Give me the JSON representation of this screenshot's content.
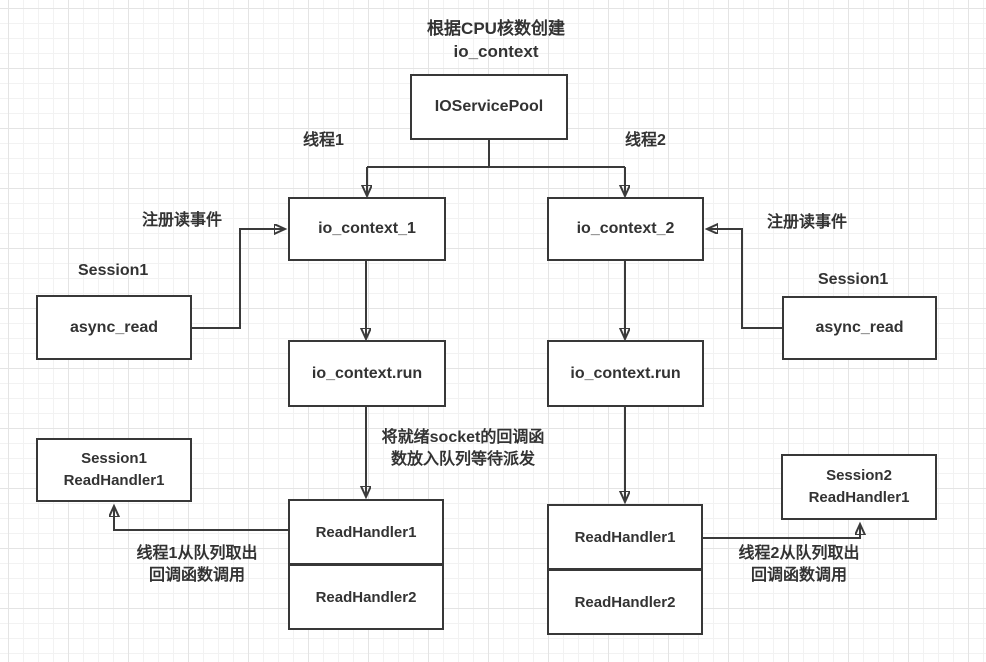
{
  "colors": {
    "background": "#ffffff",
    "grid_minor": "#f2f2f2",
    "grid_major": "#e4e4e4",
    "box_fill": "#ffffff",
    "box_border": "#383838",
    "connector": "#3a3a3a",
    "text": "#333333"
  },
  "title": {
    "line1": "根据CPU核数创建",
    "line2": "io_context"
  },
  "labels": {
    "thread1": "线程1",
    "thread2": "线程2",
    "register_read_left": "注册读事件",
    "register_read_right": "注册读事件",
    "session_label_left": "Session1",
    "session_label_right": "Session1",
    "enqueue_note": {
      "line1": "将就绪socket的回调函",
      "line2": "数放入队列等待派发"
    },
    "dequeue_note_left": {
      "line1": "线程1从队列取出",
      "line2": "回调函数调用"
    },
    "dequeue_note_right": {
      "line1": "线程2从队列取出",
      "line2": "回调函数调用"
    }
  },
  "nodes": {
    "io_service_pool": {
      "label": "IOServicePool"
    },
    "io_context_1": {
      "label": "io_context_1"
    },
    "io_context_2": {
      "label": "io_context_2"
    },
    "async_read_left": {
      "label": "async_read"
    },
    "async_read_right": {
      "label": "async_read"
    },
    "io_context_run_left": {
      "label": "io_context.run"
    },
    "io_context_run_right": {
      "label": "io_context.run"
    },
    "queue_left": {
      "item1": "ReadHandler1",
      "item2": "ReadHandler2"
    },
    "queue_right": {
      "item1": "ReadHandler1",
      "item2": "ReadHandler2"
    },
    "session_handler_left": {
      "line1": "Session1",
      "line2": "ReadHandler1"
    },
    "session_handler_right": {
      "line1": "Session2",
      "line2": "ReadHandler1"
    }
  }
}
